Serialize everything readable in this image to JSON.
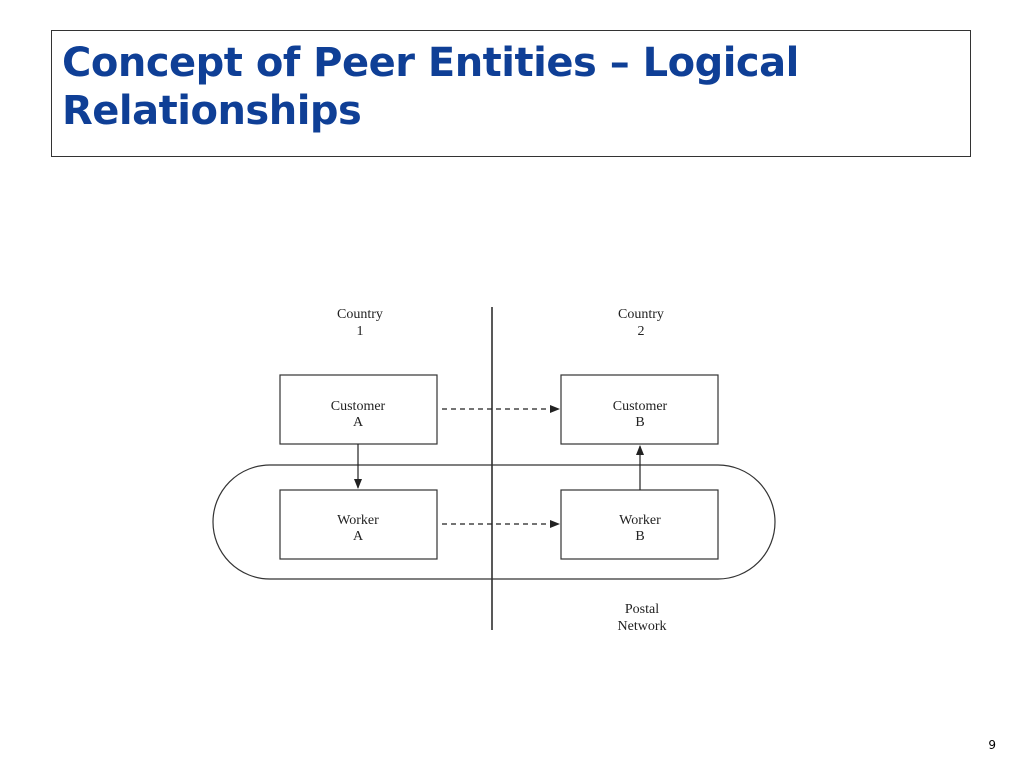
{
  "slide": {
    "title_line1": "Concept of Peer Entities – Logical",
    "title_line2": "Relationships",
    "page_number": "9",
    "title_color": "#0f3f96"
  },
  "diagram": {
    "countries": [
      {
        "line1": "Country",
        "line2": "1"
      },
      {
        "line1": "Country",
        "line2": "2"
      }
    ],
    "customer_a": {
      "line1": "Customer",
      "line2": "A"
    },
    "customer_b": {
      "line1": "Customer",
      "line2": "B"
    },
    "worker_a": {
      "line1": "Worker",
      "line2": "A"
    },
    "worker_b": {
      "line1": "Worker",
      "line2": "B"
    },
    "network": {
      "line1": "Postal",
      "line2": "Network"
    }
  }
}
